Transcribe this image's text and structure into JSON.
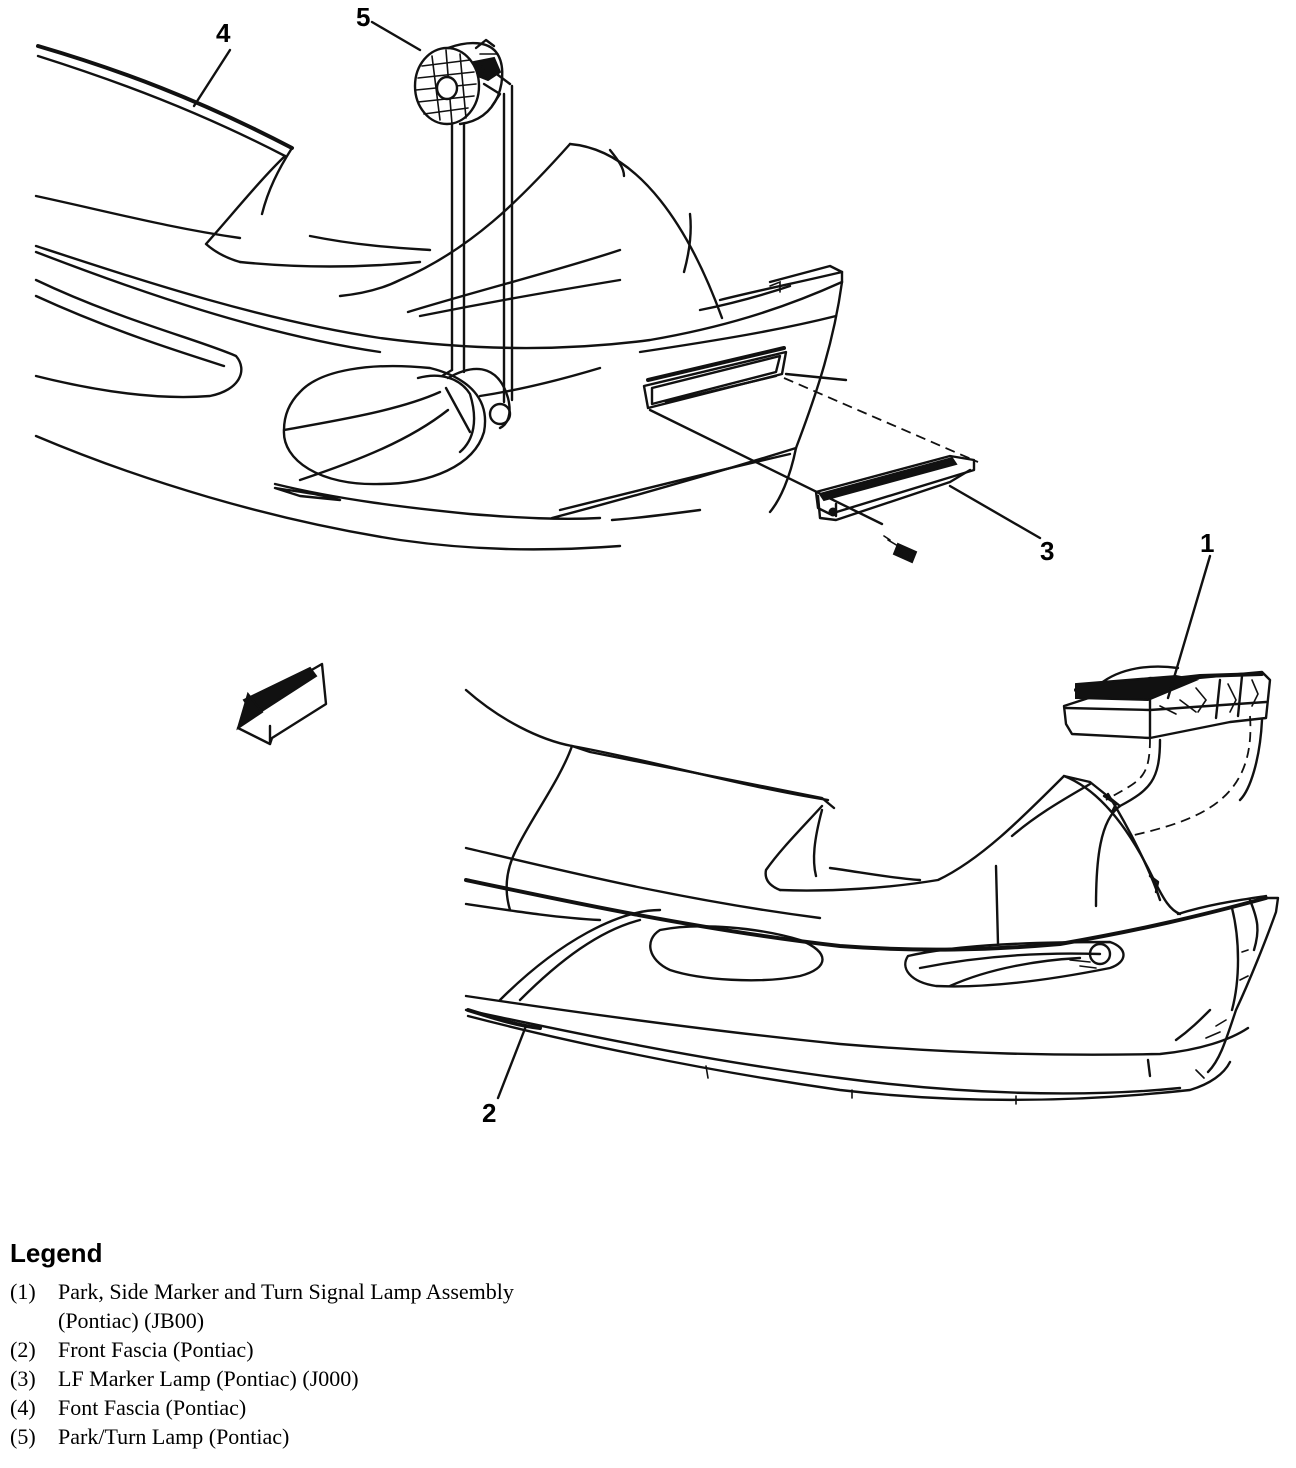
{
  "callouts": {
    "c1": "1",
    "c2": "2",
    "c3": "3",
    "c4": "4",
    "c5": "5"
  },
  "legend": {
    "title": "Legend",
    "items": [
      {
        "num": "(1)",
        "line1": "Park, Side Marker and Turn Signal Lamp Assembly",
        "line2": "(Pontiac) (JB00)"
      },
      {
        "num": "(2)",
        "line1": "Front Fascia (Pontiac)",
        "line2": ""
      },
      {
        "num": "(3)",
        "line1": "LF Marker Lamp (Pontiac) (J000)",
        "line2": ""
      },
      {
        "num": "(4)",
        "line1": "Font Fascia (Pontiac)",
        "line2": ""
      },
      {
        "num": "(5)",
        "line1": "Park/Turn Lamp (Pontiac)",
        "line2": ""
      }
    ]
  },
  "icons": {
    "direction": "forward-arrow-icon",
    "fastener": "screw-icon"
  },
  "colors": {
    "line": "#111111",
    "background": "#ffffff"
  }
}
